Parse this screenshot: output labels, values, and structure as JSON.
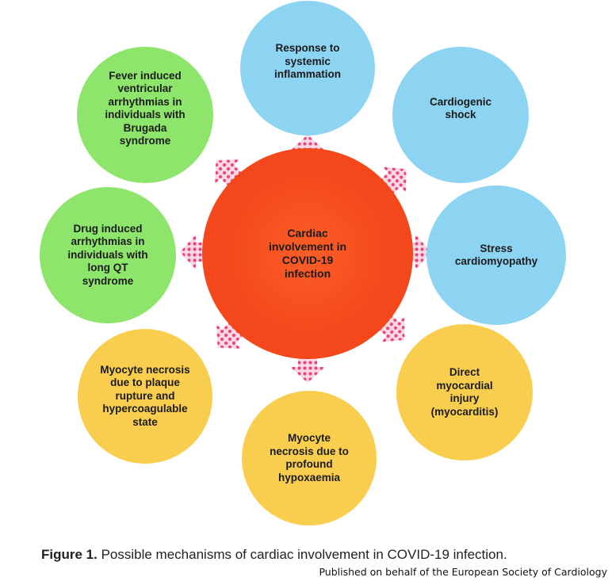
{
  "colors": {
    "blue": "#8dd3f2",
    "green": "#8ee56b",
    "yellow": "#f9ce4e",
    "center_outer": "#f4481c",
    "center_inner": "#fb5e26",
    "arrow_fill": "#fbd8e2",
    "arrow_dots": "#e8457d"
  },
  "center": {
    "label": "Cardiac\ninvolvement in\nCOVID-19\ninfection"
  },
  "nodes": [
    {
      "id": "systemic-inflammation",
      "label": "Response to\nsystemic\ninflammation",
      "color": "blue"
    },
    {
      "id": "cardiogenic-shock",
      "label": "Cardiogenic\nshock",
      "color": "blue"
    },
    {
      "id": "stress-cardiomyopathy",
      "label": "Stress\ncardiomyopathy",
      "color": "blue"
    },
    {
      "id": "direct-myocardial-injury",
      "label": "Direct\nmyocardial\ninjury\n(myocarditis)",
      "color": "yellow"
    },
    {
      "id": "hypoxaemia-necrosis",
      "label": "Myocyte\nnecrosis due to\nprofound\nhypoxaemia",
      "color": "yellow"
    },
    {
      "id": "plaque-rupture-necrosis",
      "label": "Myocyte necrosis\ndue to plaque\nrupture and\nhypercoagulable\nstate",
      "color": "yellow"
    },
    {
      "id": "drug-induced-arrhythmias",
      "label": "Drug induced\narrhythmias in\nindividuals with\nlong QT\nsyndrome",
      "color": "green"
    },
    {
      "id": "fever-induced-arrhythmias",
      "label": "Fever induced\nventricular\narrhythmias in\nindividuals with\nBrugada\nsyndrome",
      "color": "green"
    }
  ],
  "caption": {
    "prefix": "Figure 1.",
    "text": " Possible mechanisms of cardiac involvement in COVID-19 infection."
  },
  "publisher": "Published on behalf of the European Society of Cardiology"
}
